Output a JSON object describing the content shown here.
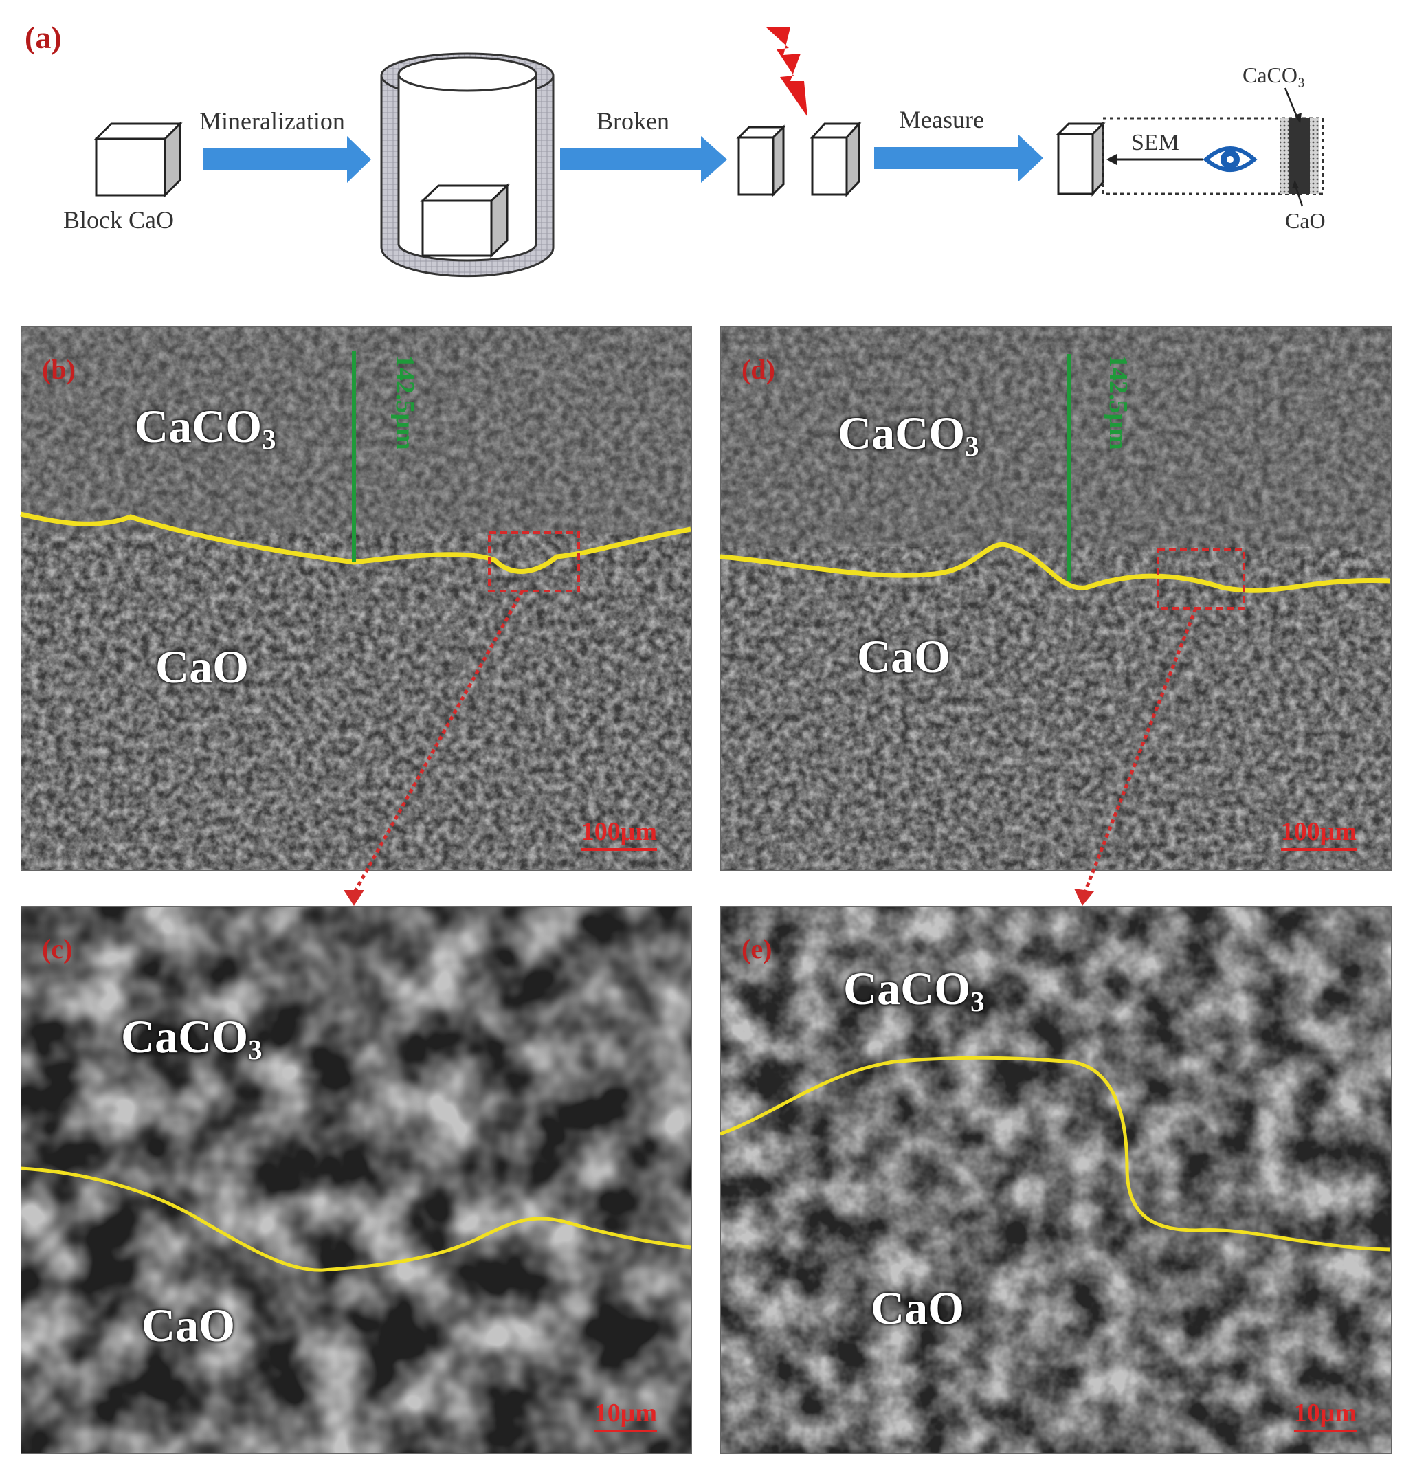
{
  "figure": {
    "panel_a": "(a)",
    "steps": {
      "start_label": "Block CaO",
      "arrow1": "Mineralization",
      "arrow2": "Broken",
      "arrow3": "Measure",
      "sem": "SEM",
      "layer_top": "CaCO₃",
      "layer_bottom": "CaO"
    },
    "panels": [
      {
        "letter": "(b)",
        "top_label": "CaCO",
        "top_sub": "3",
        "bottom_label": "CaO",
        "thickness": "142.5μm",
        "scale": "100μm"
      },
      {
        "letter": "(d)",
        "top_label": "CaCO",
        "top_sub": "3",
        "bottom_label": "CaO",
        "thickness": "142.5μm",
        "scale": "100μm"
      },
      {
        "letter": "(c)",
        "top_label": "CaCO",
        "top_sub": "3",
        "bottom_label": "CaO",
        "scale": "10μm"
      },
      {
        "letter": "(e)",
        "top_label": "CaCO",
        "top_sub": "3",
        "bottom_label": "CaO",
        "scale": "10μm"
      }
    ],
    "colors": {
      "arrow": "#3d8fdc",
      "interface_line": "#f2e020",
      "highlight": "#d62a2a",
      "thickness_marker": "#1f9a3a",
      "letter": "#b51a1a"
    }
  }
}
